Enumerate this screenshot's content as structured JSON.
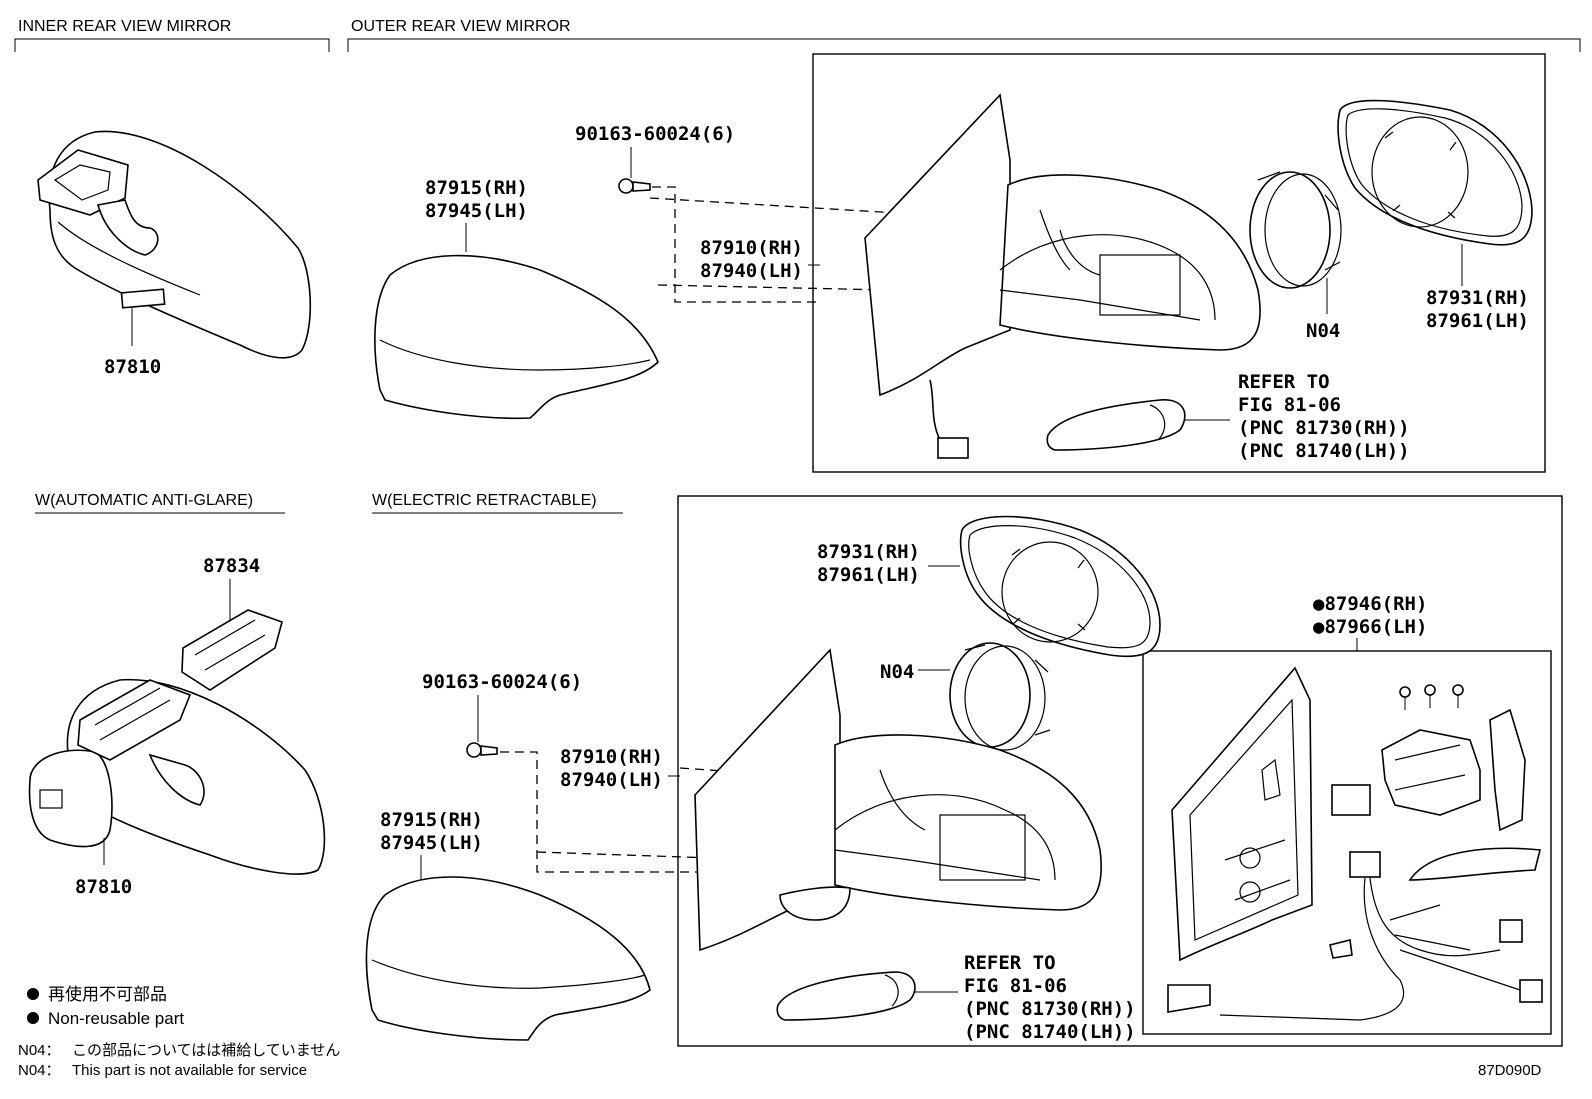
{
  "headers": {
    "inner": "INNER REAR VIEW MIRROR",
    "outer": "OUTER REAR VIEW MIRROR",
    "auto_anti_glare": "W(AUTOMATIC ANTI-GLARE)",
    "electric_retractable": "W(ELECTRIC RETRACTABLE)"
  },
  "top": {
    "inner_mirror": "87810",
    "screw": "90163-60024(6)",
    "cover_rh": "87915(RH)",
    "cover_lh": "87945(LH)",
    "mirror_rh": "87910(RH)",
    "mirror_lh": "87940(LH)",
    "n04": "N04",
    "glass_rh": "87931(RH)",
    "glass_lh": "87961(LH)",
    "refer": [
      "REFER TO",
      "FIG 81-06",
      "(PNC 81730(RH))",
      "(PNC 81740(LH))"
    ]
  },
  "bottom": {
    "cover_part": "87834",
    "inner_mirror": "87810",
    "screw": "90163-60024(6)",
    "mirror_rh": "87910(RH)",
    "mirror_lh": "87940(LH)",
    "cover_rh": "87915(RH)",
    "cover_lh": "87945(LH)",
    "glass_rh": "87931(RH)",
    "glass_lh": "87961(LH)",
    "n04": "N04",
    "sub_rh": "●87946(RH)",
    "sub_lh": "●87966(LH)",
    "refer": [
      "REFER TO",
      "FIG 81-06",
      "(PNC 81730(RH))",
      "(PNC 81740(LH))"
    ]
  },
  "legend": {
    "jp": "再使用不可部品",
    "en": "Non-reusable part",
    "n04_jp_code": "N04：",
    "n04_jp": "この部品についてはは補給していません",
    "n04_en_code": "N04：",
    "n04_en": "This part is not available for service"
  },
  "figure_code": "87D090D"
}
